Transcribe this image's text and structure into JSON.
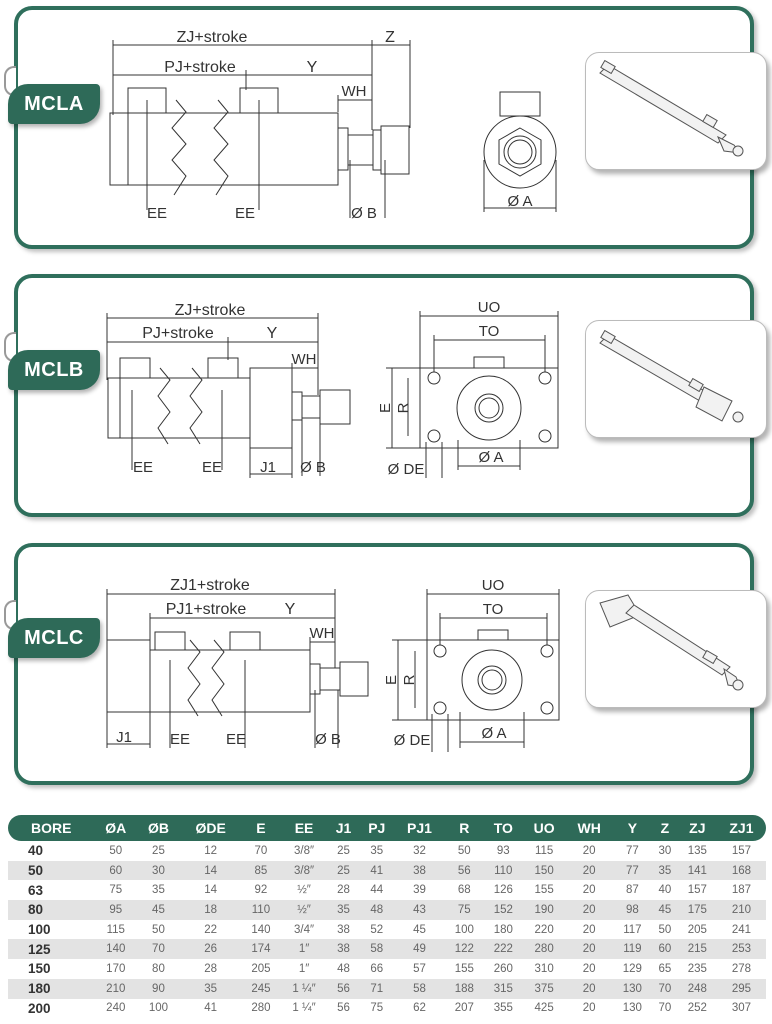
{
  "models": {
    "a": "MCLA",
    "b": "MCLB",
    "c": "MCLC"
  },
  "dims": {
    "zj_stroke": "ZJ+stroke",
    "zj1_stroke": "ZJ1+stroke",
    "pj_stroke": "PJ+stroke",
    "pj1_stroke": "PJ1+stroke",
    "y": "Y",
    "z": "Z",
    "wh": "WH",
    "ee": "EE",
    "b": "Ø B",
    "a": "Ø A",
    "de": "Ø DE",
    "j1": "J1",
    "uo": "UO",
    "to": "TO",
    "e": "E",
    "r": "R"
  },
  "table": {
    "headers": [
      "BORE",
      "ØA",
      "ØB",
      "ØDE",
      "E",
      "EE",
      "J1",
      "PJ",
      "PJ1",
      "R",
      "TO",
      "UO",
      "WH",
      "Y",
      "Z",
      "ZJ",
      "ZJ1"
    ],
    "rows": [
      [
        "40",
        "50",
        "25",
        "12",
        "70",
        "3/8″",
        "25",
        "35",
        "32",
        "50",
        "93",
        "115",
        "20",
        "77",
        "30",
        "135",
        "157"
      ],
      [
        "50",
        "60",
        "30",
        "14",
        "85",
        "3/8″",
        "25",
        "41",
        "38",
        "56",
        "110",
        "150",
        "20",
        "77",
        "35",
        "141",
        "168"
      ],
      [
        "63",
        "75",
        "35",
        "14",
        "92",
        "½″",
        "28",
        "44",
        "39",
        "68",
        "126",
        "155",
        "20",
        "87",
        "40",
        "157",
        "187"
      ],
      [
        "80",
        "95",
        "45",
        "18",
        "110",
        "½″",
        "35",
        "48",
        "43",
        "75",
        "152",
        "190",
        "20",
        "98",
        "45",
        "175",
        "210"
      ],
      [
        "100",
        "115",
        "50",
        "22",
        "140",
        "3/4″",
        "38",
        "52",
        "45",
        "100",
        "180",
        "220",
        "20",
        "117",
        "50",
        "205",
        "241"
      ],
      [
        "125",
        "140",
        "70",
        "26",
        "174",
        "1″",
        "38",
        "58",
        "49",
        "122",
        "222",
        "280",
        "20",
        "119",
        "60",
        "215",
        "253"
      ],
      [
        "150",
        "170",
        "80",
        "28",
        "205",
        "1″",
        "48",
        "66",
        "57",
        "155",
        "260",
        "310",
        "20",
        "129",
        "65",
        "235",
        "278"
      ],
      [
        "180",
        "210",
        "90",
        "35",
        "245",
        "1 ¼″",
        "56",
        "71",
        "58",
        "188",
        "315",
        "375",
        "20",
        "130",
        "70",
        "248",
        "295"
      ],
      [
        "200",
        "240",
        "100",
        "41",
        "280",
        "1 ¼″",
        "56",
        "75",
        "62",
        "207",
        "355",
        "425",
        "20",
        "130",
        "70",
        "252",
        "307"
      ]
    ]
  }
}
